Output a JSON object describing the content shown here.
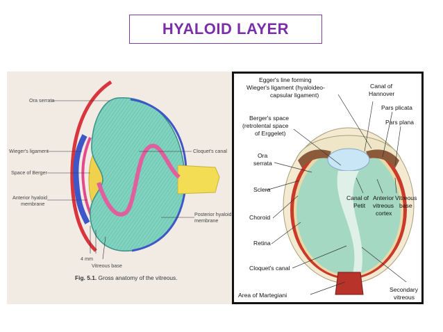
{
  "title": "HYALOID LAYER",
  "left_figure": {
    "labels": {
      "ora_serrata": "Ora serrata",
      "wiegers_ligament": "Wieger's ligament",
      "space_of_berger": "Space of Berger",
      "anterior_hyaloid_1": "Anterior hyaloid",
      "anterior_hyaloid_2": "membrane",
      "cloquets_canal": "Cloquet's canal",
      "posterior_hyaloid_1": "Posterior hyaloid",
      "posterior_hyaloid_2": "membrane",
      "four_mm": "4 mm",
      "vitreous_base": "Vitreous base"
    },
    "caption_bold": "Fig. 5.1.",
    "caption_text": " Gross anatomy of the vitreous."
  },
  "right_figure": {
    "labels": {
      "eggers_1": "Egger's line forming",
      "eggers_2": "Wieger's ligament (hyaloideo-",
      "eggers_3": "capsular ligament)",
      "bergers_1": "Berger's space",
      "bergers_2": "(retrolental space",
      "bergers_3": "of Erggelet)",
      "ora_1": "Ora",
      "ora_2": "serrata",
      "sclera": "Sclera",
      "choroid": "Choroid",
      "retina": "Retina",
      "cloquets": "Cloquet's canal",
      "martegiani": "Area of Martegiani",
      "hannover_1": "Canal of",
      "hannover_2": "Hannover",
      "pars_plicata": "Pars plicata",
      "pars_plana": "Pars plana",
      "petit_1": "Canal of",
      "petit_2": "Petit",
      "ant_vit_1": "Anterior",
      "ant_vit_2": "vitreous",
      "ant_vit_3": "cortex",
      "vit_base_1": "Vitreous",
      "vit_base_2": "base",
      "secondary_1": "Secondary",
      "secondary_2": "vitreous"
    }
  }
}
